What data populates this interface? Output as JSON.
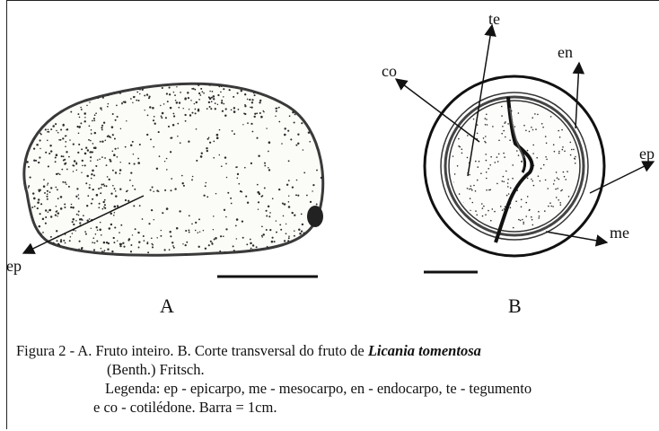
{
  "figure": {
    "panels": [
      {
        "id": "A",
        "label": "A",
        "annotations": [
          "ep"
        ]
      },
      {
        "id": "B",
        "label": "B",
        "annotations": [
          "co",
          "te",
          "en",
          "ep",
          "me"
        ]
      }
    ]
  },
  "caption": {
    "prefix": "Figura 2 - A. Fruto inteiro. B. Corte transversal do fruto de ",
    "species": "Licania tomentosa",
    "line2": "(Benth.) Fritsch.",
    "line3": "Legenda: ep - epicarpo, me - mesocarpo, en - endocarpo, te - tegumento",
    "line4": "e co - cotilédone. Barra = 1cm."
  }
}
